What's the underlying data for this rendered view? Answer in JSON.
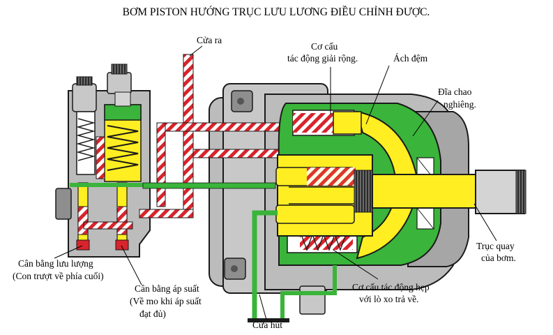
{
  "title": "BƠM PISTON HƯỚNG TRỤC LƯU LƯƠNG ĐIỀU CHỈNH ĐƯỢC.",
  "labels": {
    "outlet": "Cửa ra",
    "actuator_large_1": "Cơ cấu",
    "actuator_large_2": "tác động giải rộng.",
    "damper": "Ách đệm",
    "swash_1": "Đĩa chao",
    "swash_2": "nghiêng.",
    "shaft_1": "Trục quay",
    "shaft_2": "của bơm.",
    "actuator_small_1": "Cơ cấu tác động hẹp",
    "actuator_small_2": "với lò xo trả về.",
    "inlet": "Cửa hút",
    "pressure_bal_1": "Cân bằng áp suất",
    "pressure_bal_2": "(Về mo khi áp suất",
    "pressure_bal_3": "đạt đủ)",
    "flow_bal_1": "Cân bằng lưu lượng",
    "flow_bal_2": "(Con trượt về phía cuối)"
  },
  "colors": {
    "housing": "#bcbcbc",
    "housing_dark": "#8e8e8e",
    "housing_edge": "#1a1a1a",
    "case_oil": "#3ab43a",
    "mechanism": "#ffee22",
    "pressure_red": "#d8242c",
    "shaft_steel": "#d4d4d4",
    "background": "#ffffff"
  },
  "icons": [
    "outlet-port-pipe",
    "inlet-port-pipe",
    "spring",
    "piston",
    "shaft"
  ]
}
